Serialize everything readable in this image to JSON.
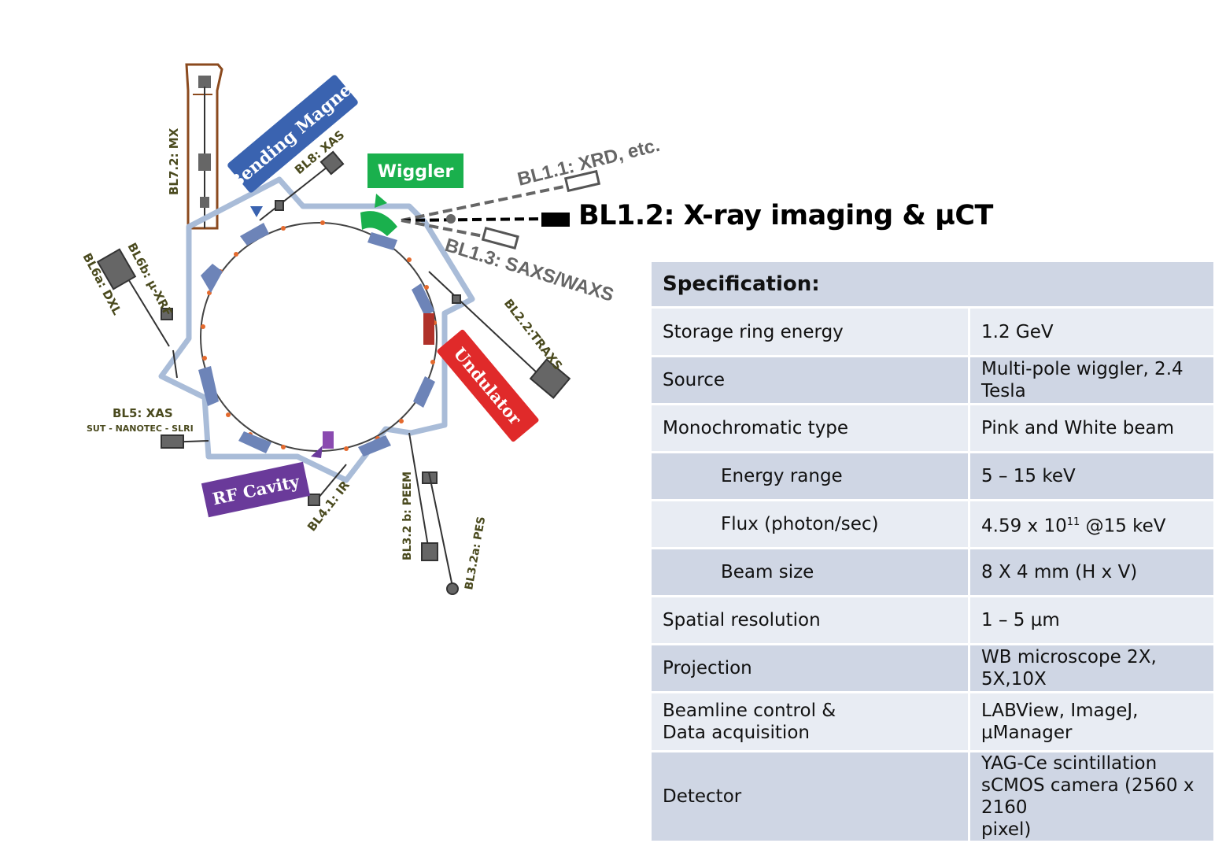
{
  "diagram": {
    "boxes": {
      "bending_magnet": "Bending Magnet",
      "wiggler": "Wiggler",
      "undulator": "Undulator",
      "rf_cavity": "RF Cavity"
    },
    "beamlines": {
      "bl7_2": "BL7.2: MX",
      "bl8": "BL8: XAS",
      "bl6b": "BL6b: µ-XRF",
      "bl6a": "BL6a: DXL",
      "bl5": "BL5: XAS",
      "bl5_sub": "SUT - NANOTEC - SLRI",
      "bl4_1": "BL4.1: IR",
      "bl3_2b": "BL3.2 b: PEEM",
      "bl3_2a": "BL3.2a: PES",
      "bl2_2": "BL2.2:TRAXS",
      "bl1_1": "BL1.1: XRD, etc.",
      "bl1_3": "BL1.3: SAXS/WAXS"
    },
    "headline": "BL1.2: X-ray imaging &  µCT",
    "colors": {
      "ring": "#a9bcd8",
      "magnet": "#5a73a8",
      "bending_magnet_box": "#3a63b0",
      "wiggler_box": "#1ab04d",
      "undulator_box": "#e02a2a",
      "rf_box": "#6a3a9a",
      "beamline_box": "#666666"
    }
  },
  "table": {
    "header": "Specification:",
    "rows": [
      {
        "label": "Storage ring energy",
        "value": "1.2 GeV"
      },
      {
        "label": "Source",
        "value": "Multi-pole wiggler, 2.4 Tesla"
      },
      {
        "label": "Monochromatic type",
        "value": "Pink and White beam"
      },
      {
        "label": "Energy range",
        "value": "5 – 15 keV"
      },
      {
        "label": "Flux (photon/sec)",
        "value": "4.59 x 10",
        "sup": "11",
        "value_suffix": " @15 keV"
      },
      {
        "label": "Beam size",
        "value": "8  X 4 mm (H x V)"
      },
      {
        "label": "Spatial resolution",
        "value": "1 – 5 µm"
      },
      {
        "label": "Projection",
        "value": "WB microscope 2X, 5X,10X"
      },
      {
        "label": "Beamline control &",
        "label_line2": "Data acquisition",
        "value": "LABView, ImageJ, µManager"
      },
      {
        "label": "Detector",
        "value": "YAG-Ce scintillation",
        "value_line2": "sCMOS camera (2560 x 2160",
        "value_line3": "pixel)"
      }
    ]
  }
}
